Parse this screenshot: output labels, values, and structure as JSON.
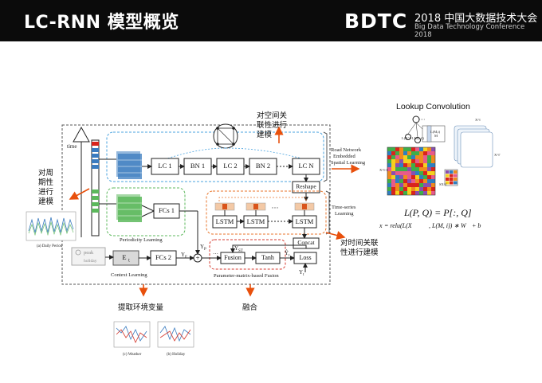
{
  "header": {
    "title": "LC-RNN 模型概览",
    "brand": "BDTC",
    "year_line": "2018 中国大数据技术大会",
    "subtitle": "Big Data Technology Conference 2018"
  },
  "annotations": {
    "spatial": [
      "对空间关",
      "联性进行",
      "建模"
    ],
    "periodic": [
      "对周",
      "期性",
      "进行",
      "建模"
    ],
    "temporal": [
      "对时间关联",
      "性进行建模"
    ],
    "env": "提取环境变量",
    "fusion": "融合"
  },
  "diagram": {
    "time_label": "time",
    "lc_blocks": [
      "LC 1",
      "BN 1",
      "LC 2",
      "BN 2",
      "LC N"
    ],
    "reshape": "Reshape",
    "fcs1": "FCs 1",
    "fcs2": "FCs 2",
    "et": "E",
    "et_sub": "t",
    "lstm": [
      "LSTM",
      "LSTM",
      "LSTM"
    ],
    "concat": "Concat",
    "fusion": "Fusion",
    "tanh": "Tanh",
    "loss": "Loss",
    "peak": "peak",
    "holiday": "holiday",
    "section_periodicity": "Periodicity Learning",
    "section_context": "Context Learning",
    "section_fusion": "Parameter-matrix-based Fusion",
    "road_network": [
      "Road Network",
      "Embedded",
      "Spatial Learning"
    ],
    "time_series": [
      "Time-series",
      "Learning"
    ],
    "yp": "Y",
    "yp_sub": "P",
    "yst": "Y",
    "yst_sub": "ST",
    "ye": "Y",
    "ye_sub": "E",
    "ydots": "···",
    "yt": "Y",
    "yt_sub": "t",
    "yhat": "Ŷ",
    "yhat_sub": "t",
    "plus": "+"
  },
  "captions": {
    "daily": "(a) Daily Period",
    "weather": "(c) Weather",
    "holiday": "(b) Holiday"
  },
  "lookup": {
    "title": "Lookup Convolution",
    "formula1": "L(P, Q)  =  P[:, Q]",
    "formula2": "x",
    "formula2_rest": " = relu(L(X",
    "formula2_tail": ", L(M, i)) ∗ W",
    "formula2_end": " + b",
    "labels": [
      "L(X^l-1,M[:,i])",
      "L(M,i)",
      "M",
      "X^l-1",
      "X^l",
      "SX^l",
      "X^l'"
    ]
  },
  "colors": {
    "header_bg": "#0b0b0b",
    "spatial_box": "#4aa3df",
    "periodic_box": "#5cb85c",
    "time_box": "#e8762c",
    "fusion_box": "#d43a2f",
    "arrow": "#e8500c",
    "stack_blue": "#3a7bbf",
    "stack_green": "#5cb85c"
  }
}
